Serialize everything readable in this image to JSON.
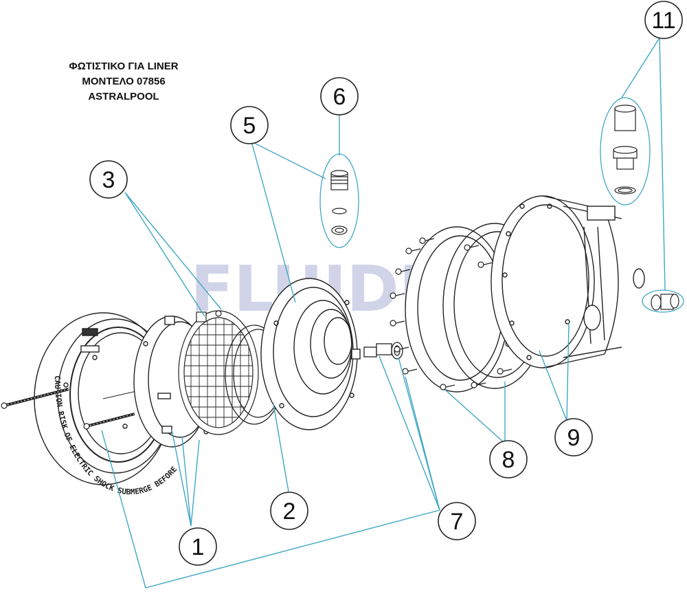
{
  "title": {
    "line1": "ΦΩΤΙΣΤΙΚΟ ΓΙΑ LINER",
    "line2": "ΜΟΝΤΕΛΟ 07856",
    "line3": "ASTRALPOOL"
  },
  "watermark": "FLUIDRA",
  "faceplate_warning": "CAUTION RISK OF ELECTRIC SHOCK SUBMERGE BEFORE LIGHTING",
  "callouts": [
    {
      "id": "1",
      "label": "1"
    },
    {
      "id": "2",
      "label": "2"
    },
    {
      "id": "3",
      "label": "3"
    },
    {
      "id": "5",
      "label": "5"
    },
    {
      "id": "6",
      "label": "6"
    },
    {
      "id": "7",
      "label": "7"
    },
    {
      "id": "8",
      "label": "8"
    },
    {
      "id": "9",
      "label": "9"
    },
    {
      "id": "11",
      "label": "11"
    }
  ],
  "colors": {
    "leader": "#3fa7c4",
    "outline": "#222222",
    "watermark": "#c9cde6"
  }
}
